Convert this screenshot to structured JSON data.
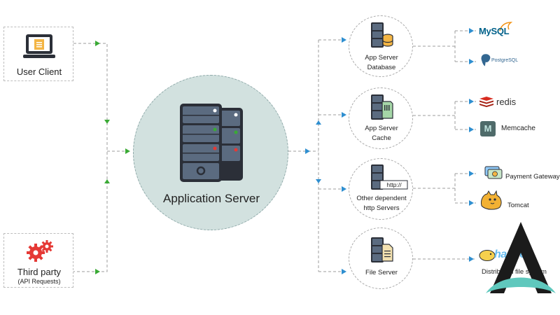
{
  "left": {
    "user_client": {
      "label": "User Client"
    },
    "third_party": {
      "label": "Third party",
      "sublabel": "(API Requests)"
    }
  },
  "center": {
    "label": "Application Server"
  },
  "nodes": {
    "db": {
      "line1": "App Server",
      "line2": "Database"
    },
    "cache": {
      "line1": "App Server",
      "line2": "Cache"
    },
    "http": {
      "line1": "Other dependent",
      "line2": "http Servers",
      "badge": "http://"
    },
    "file": {
      "line1": "File Server"
    }
  },
  "right": {
    "mysql": {
      "label": "MySQL"
    },
    "postgres": {
      "label": "PostgreSQL"
    },
    "redis": {
      "label": "redis"
    },
    "memcache": {
      "label": "Memcache"
    },
    "payment": {
      "label": "Payment Gateway"
    },
    "tomcat": {
      "label": "Tomcat"
    },
    "hadoop": {
      "label": "hadoop",
      "sublabel": "Distributed file system"
    }
  },
  "colors": {
    "arrow_green": "#3aaa35",
    "arrow_blue": "#2f8fd0",
    "server_fill": "#5b6b80",
    "server_dark": "#2b2f38",
    "circle_fill": "#d2e1df",
    "brand_teal": "#5fc8bd"
  }
}
